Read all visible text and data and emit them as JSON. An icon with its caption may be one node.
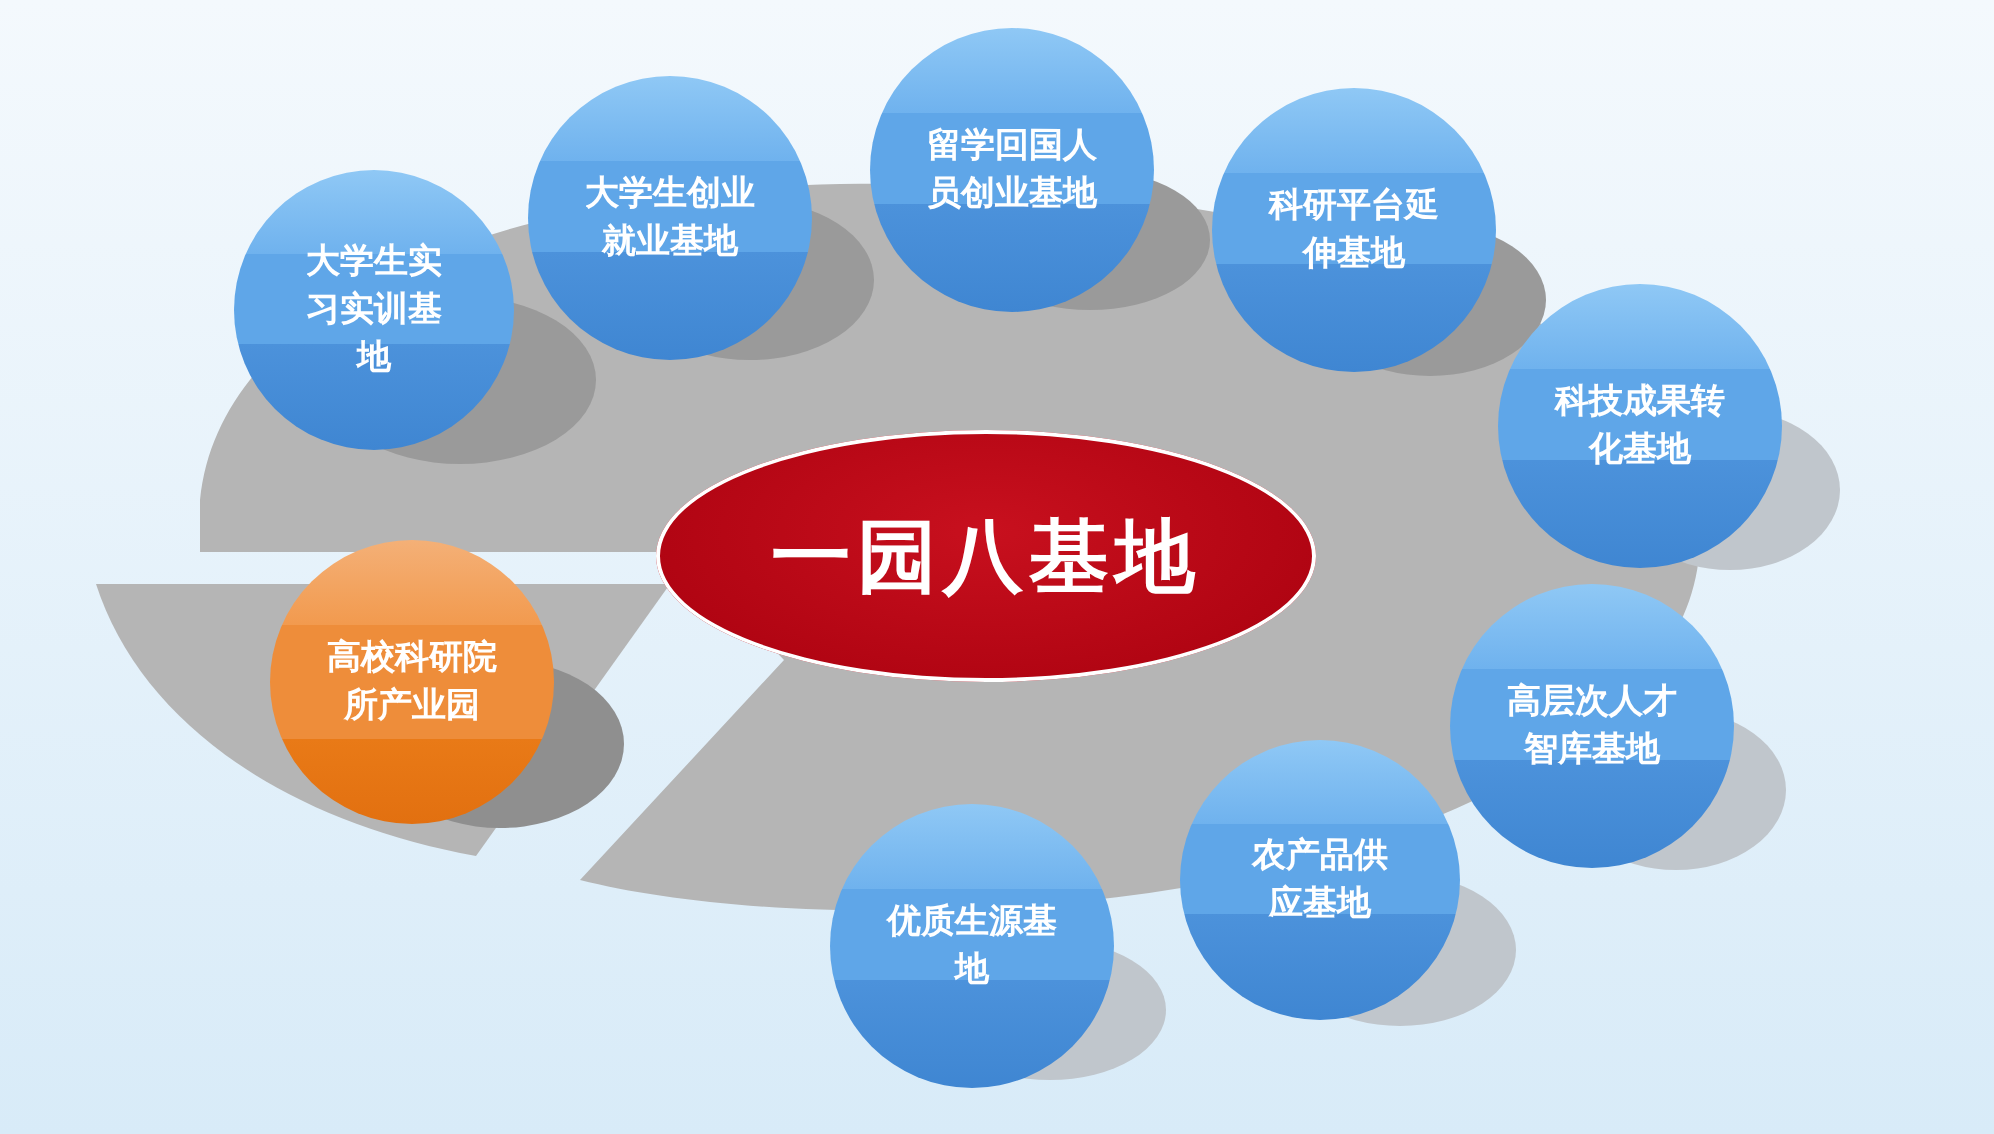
{
  "diagram": {
    "nodes": [
      {
        "text": [
          "一园八基地"
        ]
      },
      {
        "text": [
          "大学生实习实训基地"
        ]
      },
      {
        "text": [
          "大学生创业就业基地"
        ]
      },
      {
        "text": [
          "留学回国人员创业基地"
        ]
      },
      {
        "text": [
          "科研平台延伸基地"
        ]
      },
      {
        "text": [
          "科技成果转化基地"
        ]
      },
      {
        "text": [
          "高层次人才智库基地"
        ]
      },
      {
        "text": [
          "农产品供应基地"
        ]
      },
      {
        "text": [
          "优质生源基地"
        ]
      },
      {
        "text": [
          "高校科研院所产业园"
        ]
      }
    ]
  }
}
